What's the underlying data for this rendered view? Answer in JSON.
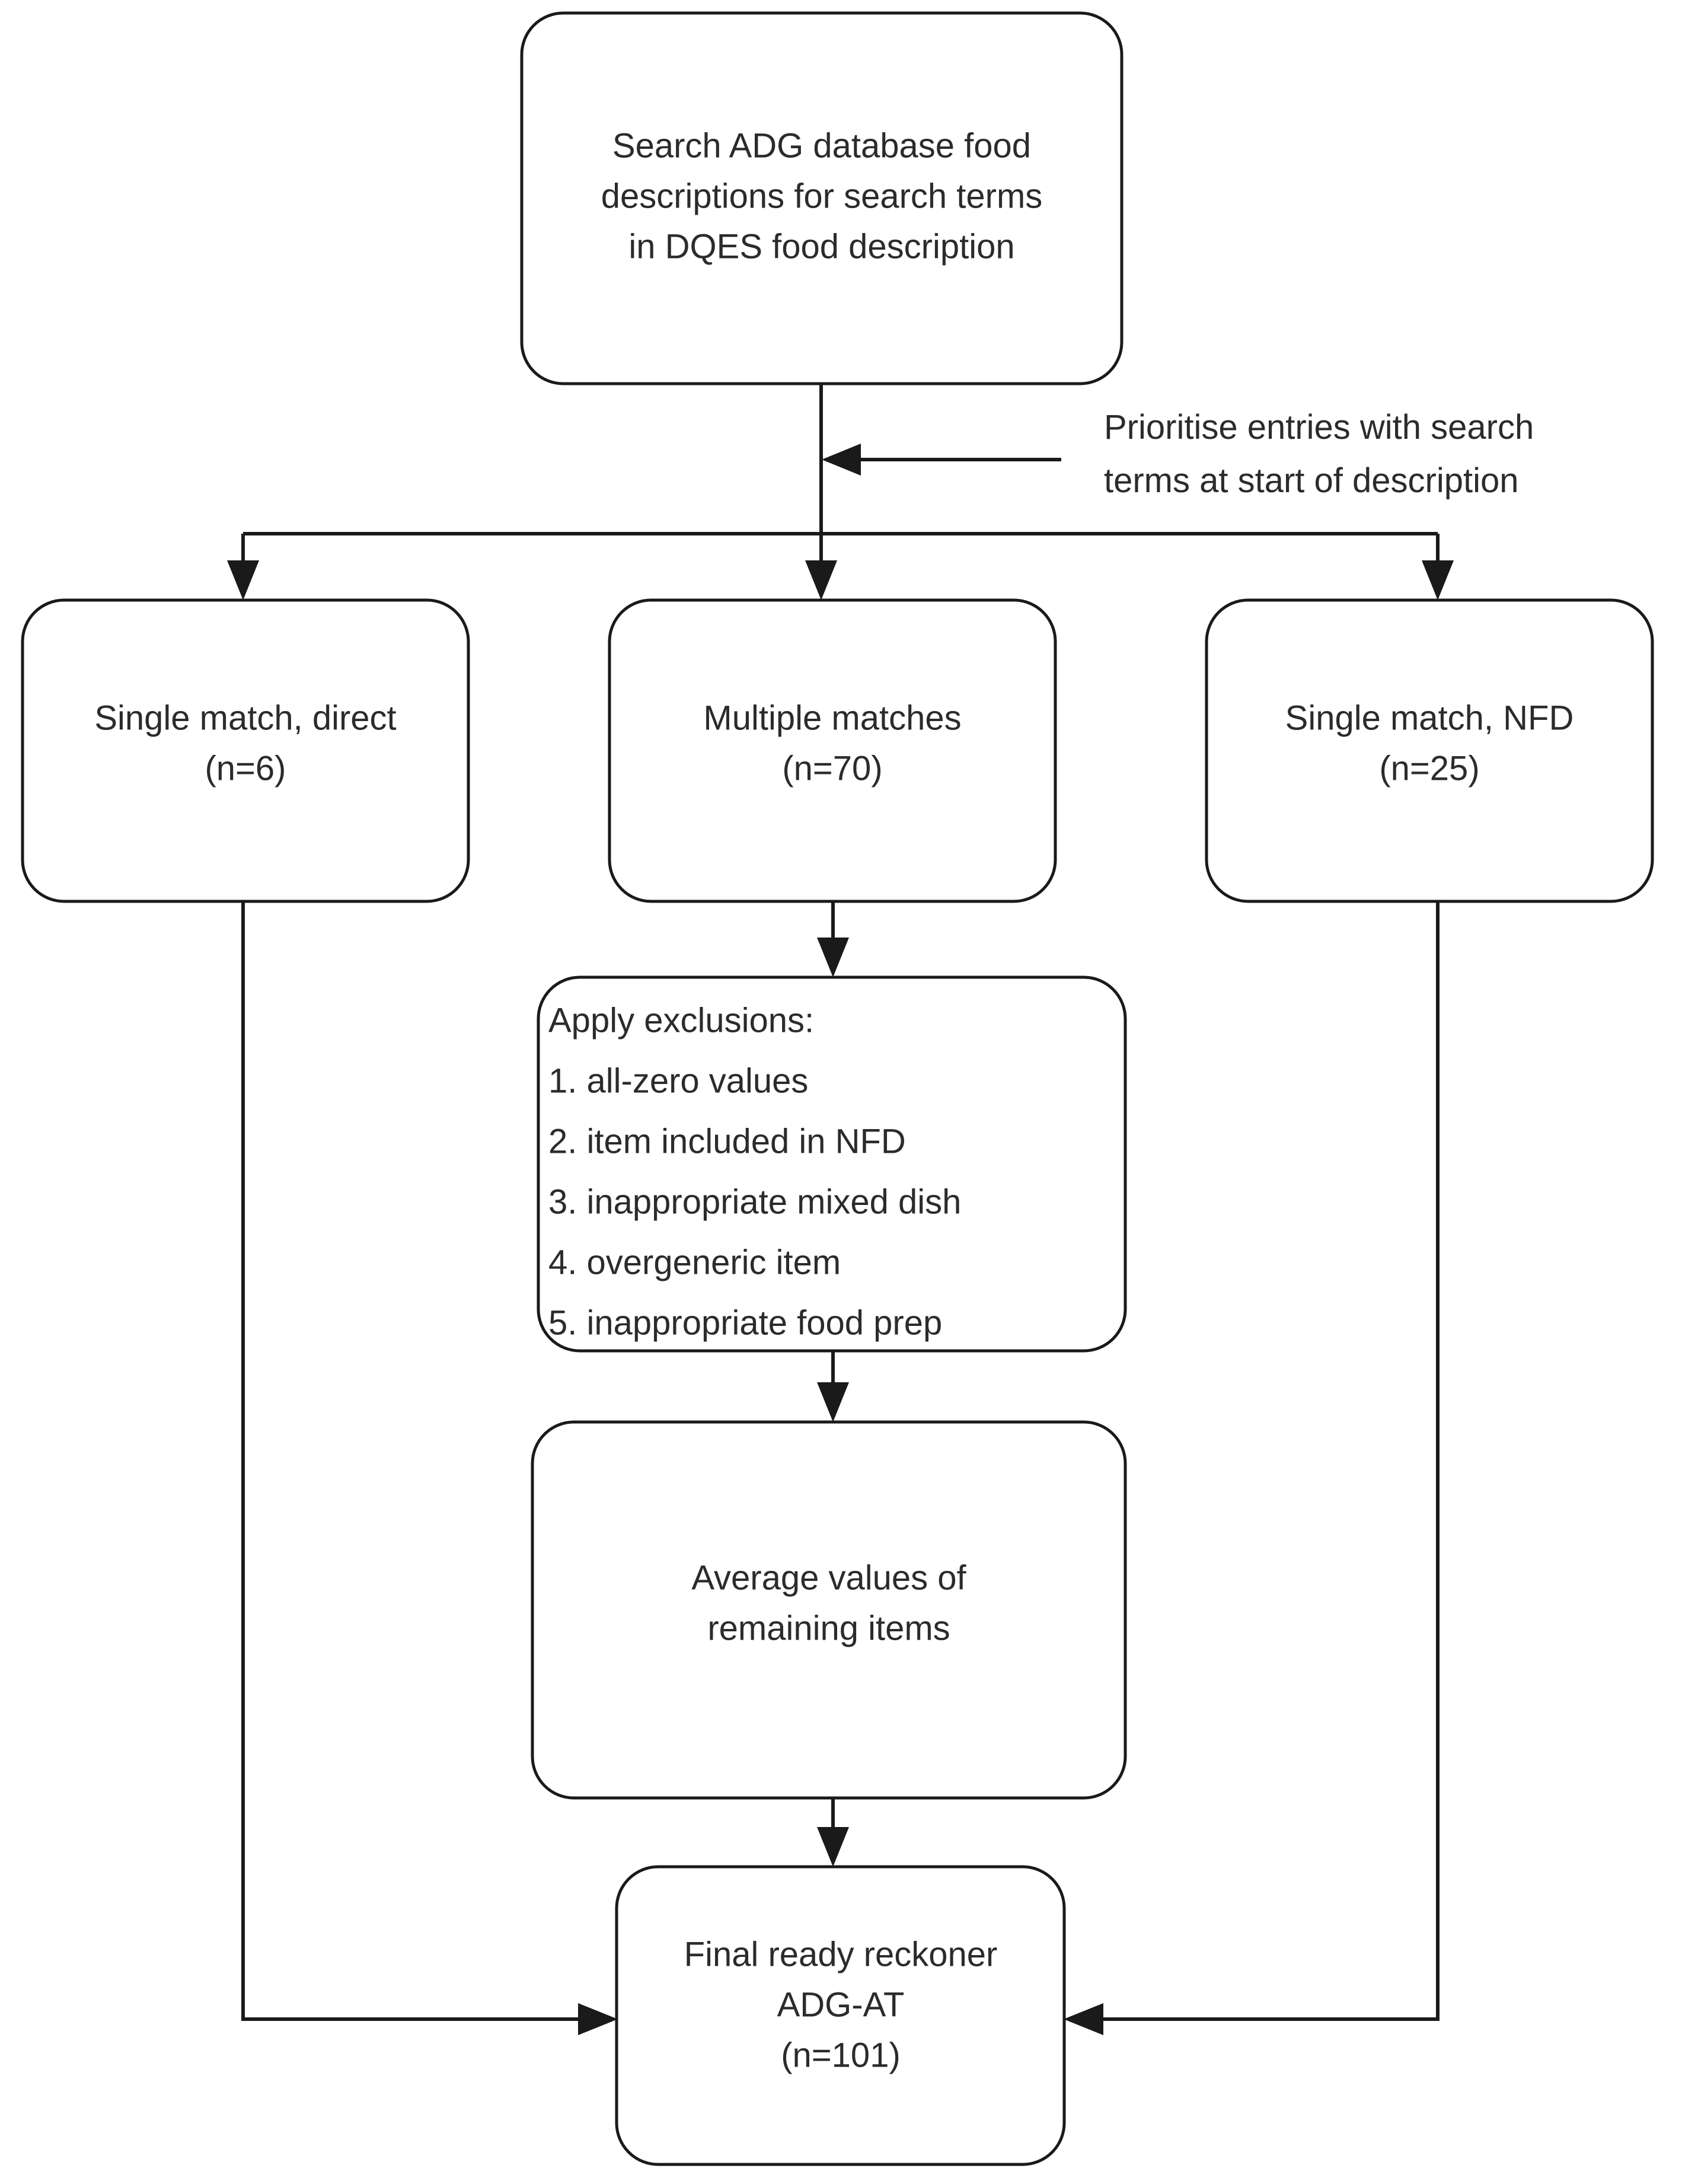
{
  "diagram": {
    "type": "flowchart",
    "title": "ADG-AT ready reckoner derivation flowchart",
    "orientation": "top-to-bottom",
    "background_color": "#ffffff",
    "line_color": "#1a1a1a",
    "text_color": "#2b2b2b"
  },
  "nodes": {
    "search": {
      "id": "search",
      "shape": "rounded-rectangle",
      "lines": [
        "Search ADG database food",
        "descriptions for search terms",
        "in DQES food description"
      ]
    },
    "single_direct": {
      "id": "single_direct",
      "shape": "rounded-rectangle",
      "lines": [
        "Single match, direct",
        "(n=6)"
      ],
      "count": 6
    },
    "multiple": {
      "id": "multiple",
      "shape": "rounded-rectangle",
      "lines": [
        "Multiple matches",
        "(n=70)"
      ],
      "count": 70
    },
    "single_nfd": {
      "id": "single_nfd",
      "shape": "rounded-rectangle",
      "lines": [
        "Single match, NFD",
        "(n=25)"
      ],
      "count": 25
    },
    "exclusions": {
      "id": "exclusions",
      "shape": "rounded-rectangle",
      "heading": "Apply exclusions:",
      "lines": [
        "Apply exclusions:",
        "1. all-zero values",
        "2. item included in NFD",
        "3. inappropriate mixed dish",
        "4. overgeneric item",
        "5. inappropriate food prep"
      ],
      "items": [
        "1. all-zero values",
        "2. item included in NFD",
        "3. inappropriate mixed dish",
        "4. overgeneric item",
        "5. inappropriate food prep"
      ]
    },
    "average": {
      "id": "average",
      "shape": "rounded-rectangle",
      "lines": [
        "Average values of",
        "remaining items"
      ]
    },
    "final": {
      "id": "final",
      "shape": "rounded-rectangle",
      "lines": [
        "Final ready reckoner",
        "ADG-AT",
        "(n=101)"
      ],
      "count": 101
    }
  },
  "annotations": {
    "prioritise": {
      "id": "prioritise",
      "lines": [
        "Prioritise entries with search",
        "terms at start of description"
      ],
      "attached_to": "search-to-branch-edge",
      "arrow": "points-left"
    }
  },
  "edges": [
    {
      "from": "search",
      "to": "single_direct",
      "style": "orthogonal",
      "arrow": "down"
    },
    {
      "from": "search",
      "to": "multiple",
      "style": "straight",
      "arrow": "down"
    },
    {
      "from": "search",
      "to": "single_nfd",
      "style": "orthogonal",
      "arrow": "down"
    },
    {
      "from": "multiple",
      "to": "exclusions",
      "style": "straight",
      "arrow": "down"
    },
    {
      "from": "exclusions",
      "to": "average",
      "style": "straight",
      "arrow": "down"
    },
    {
      "from": "average",
      "to": "final",
      "style": "straight",
      "arrow": "down"
    },
    {
      "from": "single_direct",
      "to": "final",
      "style": "orthogonal",
      "arrow": "right"
    },
    {
      "from": "single_nfd",
      "to": "final",
      "style": "orthogonal",
      "arrow": "left"
    }
  ]
}
